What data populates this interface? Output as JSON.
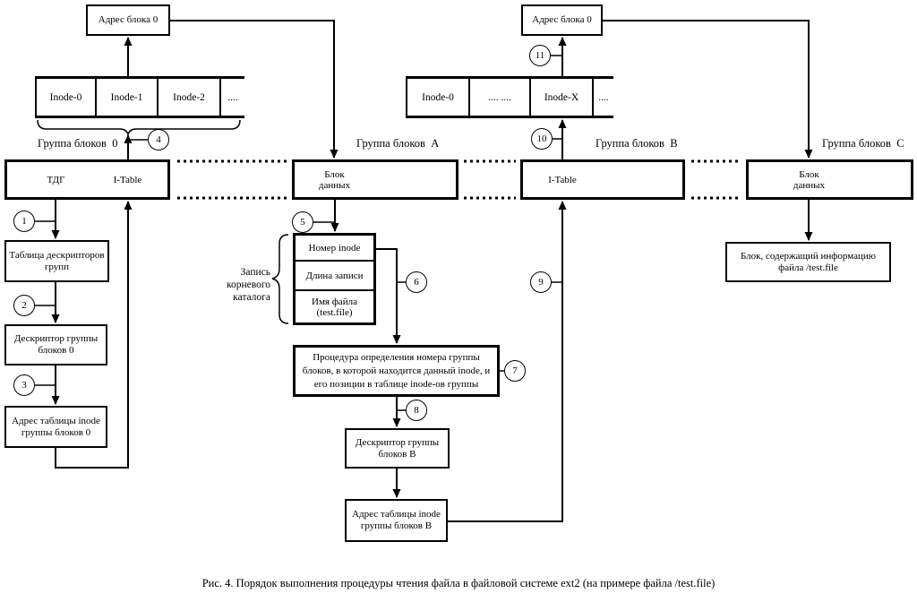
{
  "caption": "Рис. 4. Порядок выполнения процедуры чтения файла в файловой системе ext2 (на примере файла /test.file)",
  "colors": {
    "line": "#000000",
    "background": "#ffffff"
  },
  "address_blocks": {
    "left": "Адрес блока 0",
    "right": "Адрес блока 0"
  },
  "inode_rows": {
    "left": [
      "Inode-0",
      "Inode-1",
      "Inode-2",
      "...."
    ],
    "right": [
      "Inode-0",
      ".... ....",
      "Inode-X",
      "...."
    ]
  },
  "groups": {
    "g0": {
      "label": "Группа блоков  0",
      "tdg": "ТДГ",
      "itable": "I-Table"
    },
    "ga": {
      "label": "Группа блоков  А",
      "segment": "Блок данных"
    },
    "gb": {
      "label": "Группа блоков  В",
      "segment": "I-Table"
    },
    "gc": {
      "label": "Группа блоков  С",
      "segment": "Блок данных"
    }
  },
  "left_chain": {
    "descriptor_table": "Таблица дескрипторов групп",
    "group0_descriptor": "Дескриптор группы блоков 0",
    "inode_table_address": "Адрес таблицы inode группы блоков 0"
  },
  "root_dir_entry": {
    "brace_label": "Запись корневого каталога",
    "inode_number": "Номер inode",
    "record_length": "Длина записи",
    "file_name": "Имя файла (test.file)"
  },
  "middle_chain": {
    "procedure": "Процедура определения номера группы блоков, в которой находится данный inode, и его позиции в таблице inode-ов группы",
    "groupB_descriptor": "Дескриптор группы блоков В",
    "inode_table_address": "Адрес таблицы inode группы блоков В"
  },
  "final_block": "Блок, содержащий информацию файла /test.file",
  "steps": [
    "1",
    "2",
    "3",
    "4",
    "5",
    "6",
    "7",
    "8",
    "9",
    "10",
    "11"
  ]
}
